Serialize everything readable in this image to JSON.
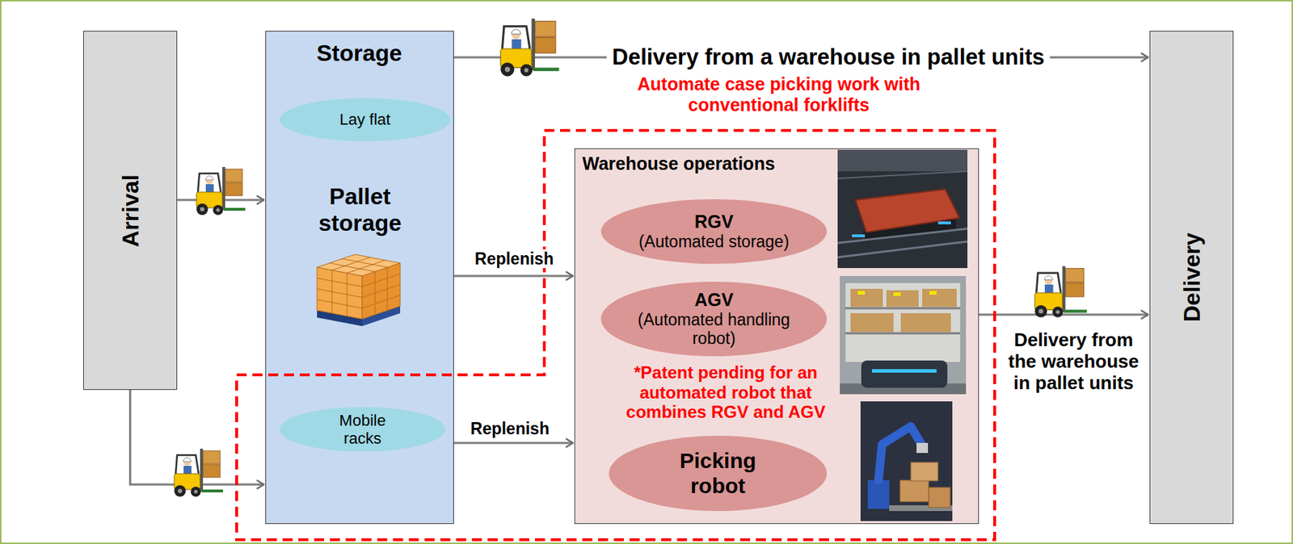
{
  "diagram": {
    "nodes": [
      {
        "text": [
          "Arrival"
        ]
      },
      {
        "text": [
          "Storage",
          "Pallet storage"
        ]
      },
      {
        "text": [
          "Lay flat"
        ],
        "in": 1
      },
      {
        "text": [
          "Mobile racks"
        ],
        "in": 1
      },
      {
        "text": [
          "Warehouse operations"
        ]
      },
      {
        "text": [
          "RGV",
          "(Automated storage)"
        ],
        "in": 4
      },
      {
        "text": [
          "AGV",
          "(Automated handling robot)"
        ],
        "in": 4
      },
      {
        "text": [
          "Picking robot"
        ],
        "in": 4
      },
      {
        "text": [
          "Delivery"
        ]
      }
    ],
    "edges": [
      {
        "from": 1,
        "to": 8,
        "arrow": "to",
        "label": "Delivery from a warehouse in pallet units"
      },
      {
        "from": 0,
        "to": 1,
        "arrow": "to"
      },
      {
        "from": 0,
        "to": 1,
        "arrow": "to"
      },
      {
        "from": 1,
        "to": 4,
        "arrow": "to",
        "label": "Replenish"
      },
      {
        "from": 3,
        "to": 4,
        "arrow": "to",
        "label": "Replenish"
      },
      {
        "from": 4,
        "to": 8,
        "arrow": "to",
        "label": "Delivery from the warehouse in pallet units"
      }
    ],
    "labels": [
      "Automate case picking work with conventional forklifts",
      "*Patent pending for an automated robot that combines RGV and AGV"
    ]
  }
}
